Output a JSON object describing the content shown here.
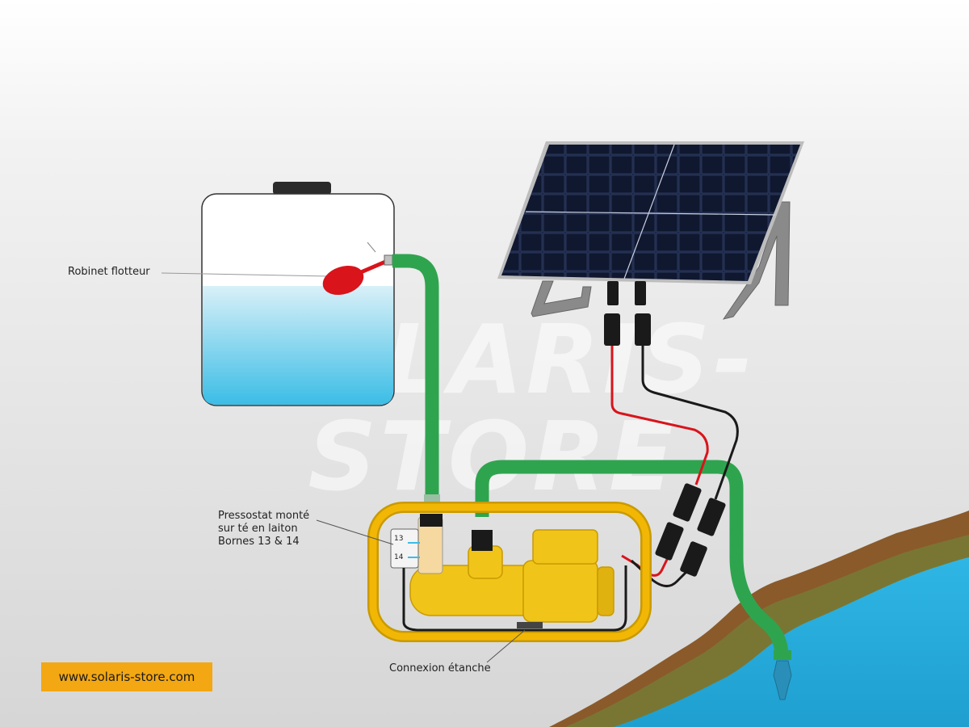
{
  "watermark": "SOLARIS-STORE",
  "labels": {
    "float_valve": "Robinet flotteur",
    "pressure_switch_line1": "Pressostat monté",
    "pressure_switch_line2": "sur té en laiton",
    "pressure_switch_line3": "Bornes 13 & 14",
    "terminal_13": "13",
    "terminal_14": "14",
    "sealed_connection": "Connexion étanche"
  },
  "website": "www.solaris-store.com",
  "colors": {
    "hose": "#2fa44f",
    "frame": "#f2b705",
    "pump": "#f0c419",
    "water": "#3bbde6",
    "float": "#d9141b",
    "cable_positive": "#d9141b",
    "cable_negative": "#1a1a1a",
    "panel": "#141c33",
    "url_badge": "#f3a712"
  }
}
